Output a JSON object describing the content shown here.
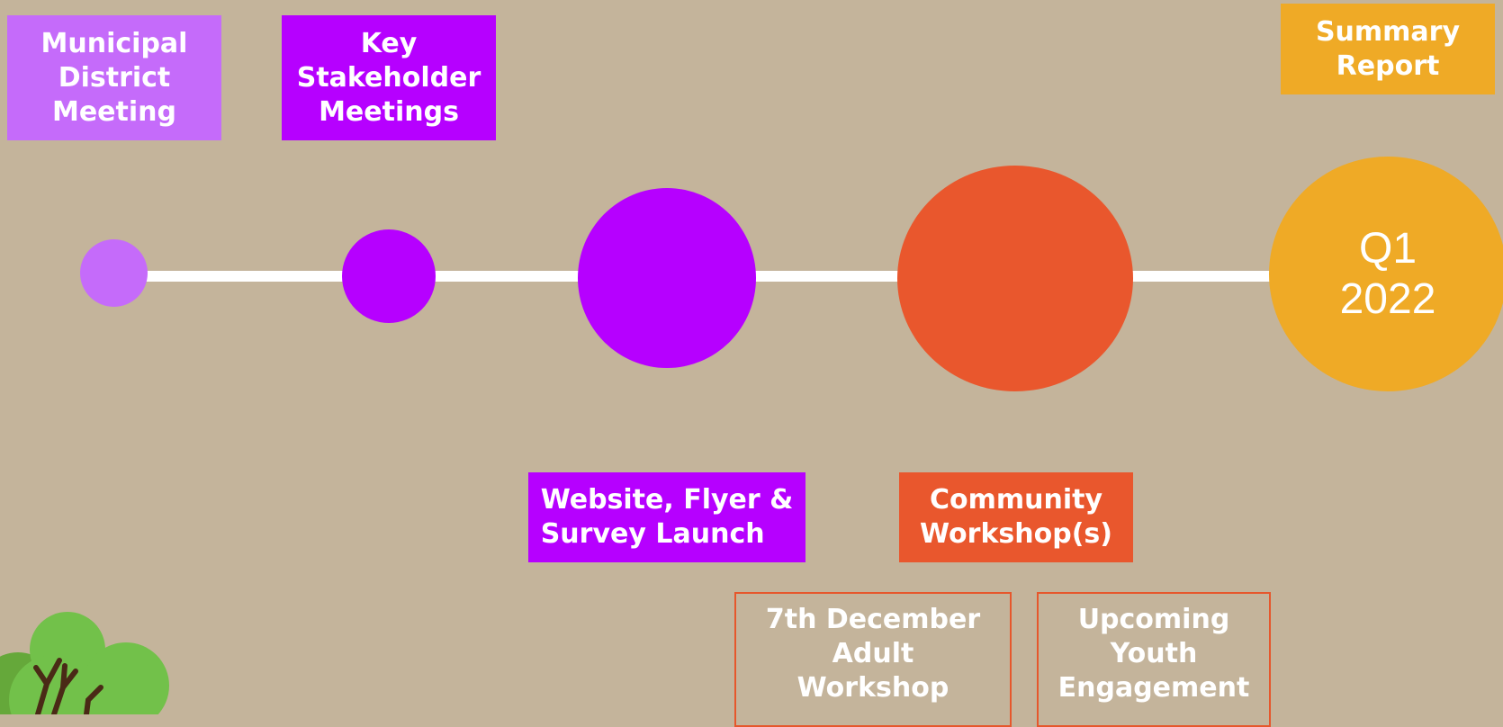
{
  "colors": {
    "background": "#c4b49b",
    "light_purple": "#c56bfa",
    "purple": "#b600ff",
    "orange_red": "#e9572d",
    "gold": "#efaa26",
    "line": "#ffffff"
  },
  "stages": [
    {
      "label": "Municipal\nDistrict\nMeeting",
      "color": "#c56bfa"
    },
    {
      "label": "Key\nStakeholder\nMeetings",
      "color": "#b600ff"
    },
    {
      "label": "Website, Flyer &\nSurvey Launch",
      "color": "#b600ff"
    },
    {
      "label": "Community\nWorkshop(s)",
      "color": "#e9572d"
    },
    {
      "label": "Summary\nReport",
      "color": "#efaa26"
    }
  ],
  "final_node_text": "Q1\n2022",
  "sub_events": [
    {
      "label": "7th December\nAdult\nWorkshop"
    },
    {
      "label": "Upcoming\nYouth\nEngagement"
    }
  ]
}
